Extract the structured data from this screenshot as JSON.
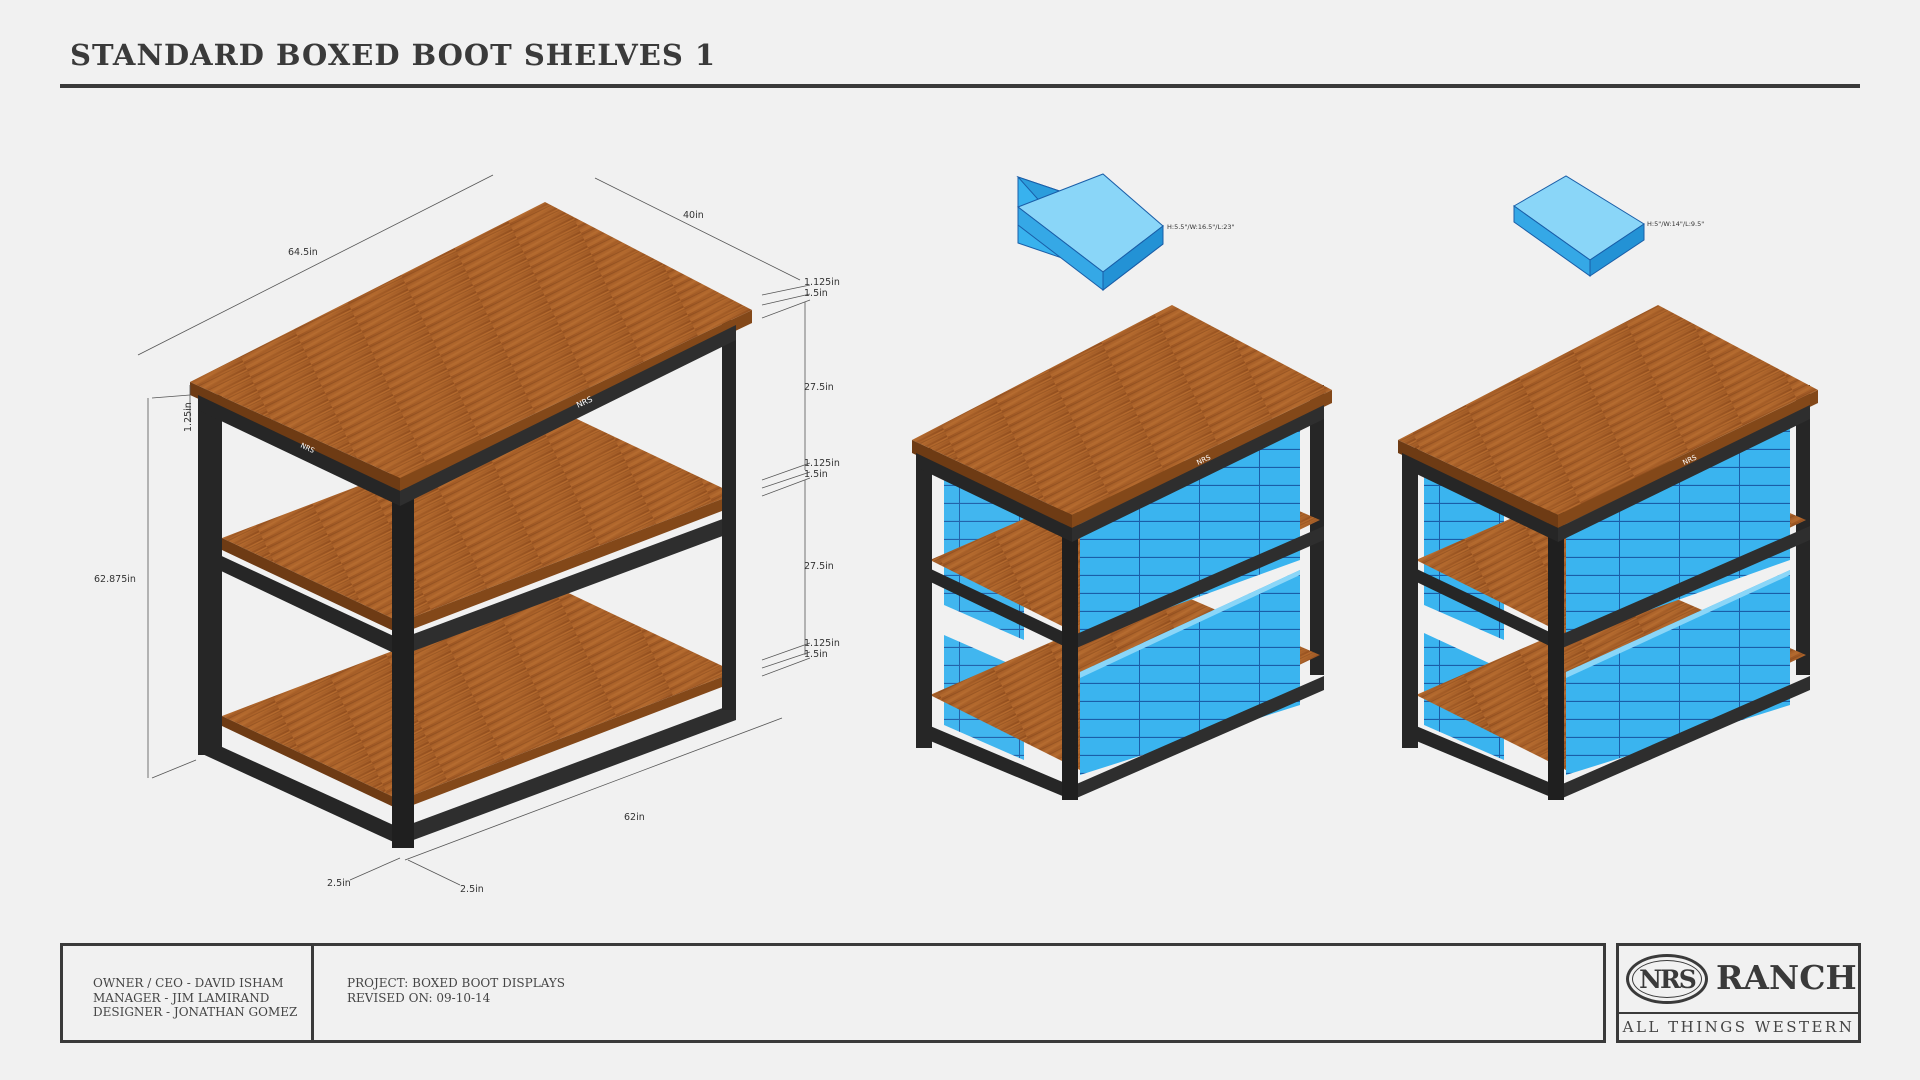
{
  "page": {
    "title": "STANDARD BOXED BOOT SHELVES 1"
  },
  "dimensions": {
    "total_length": "64.5in",
    "total_depth": "40in",
    "total_height": "62.875in",
    "top_overhang": "1.25in",
    "base_length": "62in",
    "frame_width_a": "2.5in",
    "frame_width_b": "2.5in",
    "stack": [
      "1.125in",
      "1.5in",
      "27.5in",
      "1.125in",
      "1.5in",
      "27.5in",
      "1.125in",
      "1.5in"
    ]
  },
  "boxes": {
    "large": "H:5.5\"/W:16.5\"/L:23\"",
    "small": "H:5\"/W:14\"/L:9.5\""
  },
  "shelf_badge": "NRS",
  "colors": {
    "wood": "#a7612a",
    "wood_dark": "#7b4418",
    "frame": "#262626",
    "box": "#38b2ee",
    "box_light": "#8ad6f8",
    "box_line": "#1a5ea8"
  },
  "titleblock": {
    "credits": [
      "OWNER / CEO - DAVID ISHAM",
      "MANAGER - JIM LAMIRAND",
      "DESIGNER - JONATHAN GOMEZ"
    ],
    "project": [
      "PROJECT: BOXED BOOT DISPLAYS",
      "REVISED ON: 09-10-14"
    ]
  },
  "logo": {
    "emblem": "NRS",
    "brand": "RANCH",
    "tagline": "ALL THINGS WESTERN"
  }
}
